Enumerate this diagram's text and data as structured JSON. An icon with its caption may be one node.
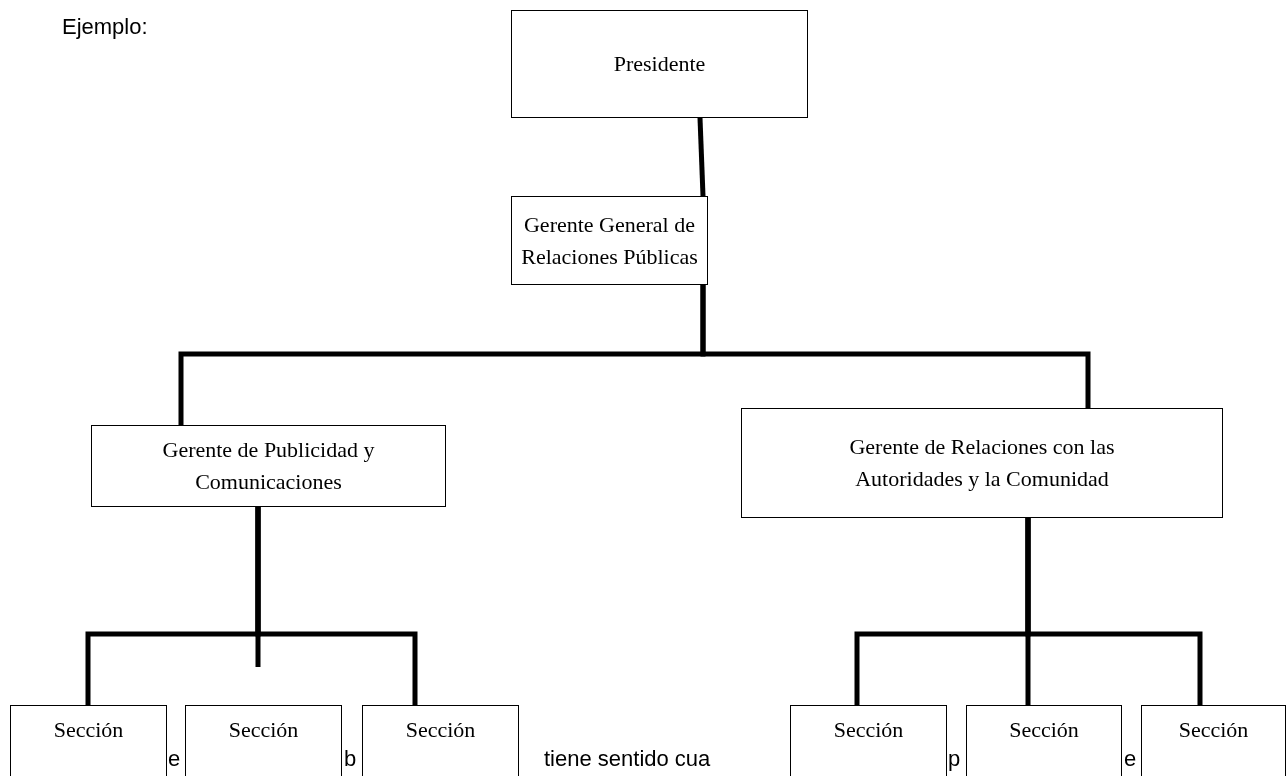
{
  "diagram": {
    "nodes": [
      {
        "text": [
          "Presidente"
        ]
      },
      {
        "text": [
          "Gerente General de Relaciones Públicas"
        ]
      },
      {
        "text": [
          "Gerente de Publicidad y Comunicaciones"
        ]
      },
      {
        "text": [
          "Gerente de Relaciones  con las Autoridades y la Comunidad"
        ]
      },
      {
        "text": [
          "Sección"
        ]
      },
      {
        "text": [
          "Sección"
        ]
      },
      {
        "text": [
          "Sección"
        ]
      },
      {
        "text": [
          "Sección"
        ]
      },
      {
        "text": [
          "Sección"
        ]
      },
      {
        "text": [
          "Sección"
        ]
      }
    ],
    "edges": [
      {
        "from": 0,
        "to": 1,
        "arrow": "none"
      },
      {
        "from": 1,
        "to": 2,
        "arrow": "none"
      },
      {
        "from": 1,
        "to": 3,
        "arrow": "none"
      },
      {
        "from": 2,
        "to": 4,
        "arrow": "none"
      },
      {
        "from": 2,
        "to": 5,
        "arrow": "none"
      },
      {
        "from": 2,
        "to": 6,
        "arrow": "none"
      },
      {
        "from": 3,
        "to": 7,
        "arrow": "none"
      },
      {
        "from": 3,
        "to": 8,
        "arrow": "none"
      },
      {
        "from": 3,
        "to": 9,
        "arrow": "none"
      }
    ],
    "labels": [
      "Ejemplo:",
      "e",
      "b",
      "tiene sentido cua",
      "p",
      "e"
    ]
  }
}
